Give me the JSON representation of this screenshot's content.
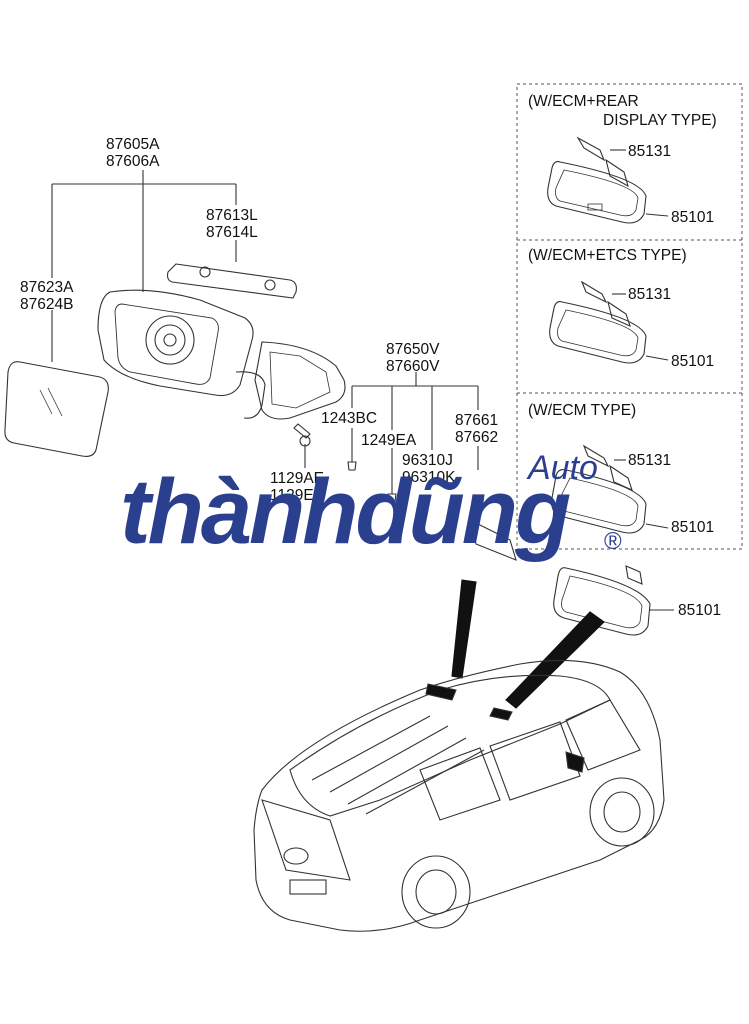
{
  "parts": {
    "mirror_assy": [
      "87605A",
      "87606A"
    ],
    "garnish": [
      "87613L",
      "87614L"
    ],
    "glass": [
      "87623A",
      "87624B"
    ],
    "inside_mirror_assy": [
      "87650V",
      "87660V"
    ],
    "screw_a": "1243BC",
    "screw_b": "1249EA",
    "cover": [
      "87661",
      "87662"
    ],
    "bracket": [
      "96310J",
      "96310K"
    ],
    "bolt": [
      "1129AE",
      "1129EE"
    ]
  },
  "variants": [
    {
      "title_line1": "(W/ECM+REAR",
      "title_line2": "DISPLAY TYPE)",
      "cover_part": "85131",
      "mirror_part": "85101"
    },
    {
      "title_line1": "(W/ECM+ETCS TYPE)",
      "cover_part": "85131",
      "mirror_part": "85101"
    },
    {
      "title_line1": "(W/ECM TYPE)",
      "cover_part": "85131",
      "mirror_part": "85101"
    }
  ],
  "standard_mirror_part": "85101",
  "watermark": {
    "main": "thànhdũng",
    "auto": "Auto",
    "reg": "®"
  },
  "colors": {
    "line": "#333333",
    "brand": "#2b3f8f",
    "dash": "#555555"
  }
}
